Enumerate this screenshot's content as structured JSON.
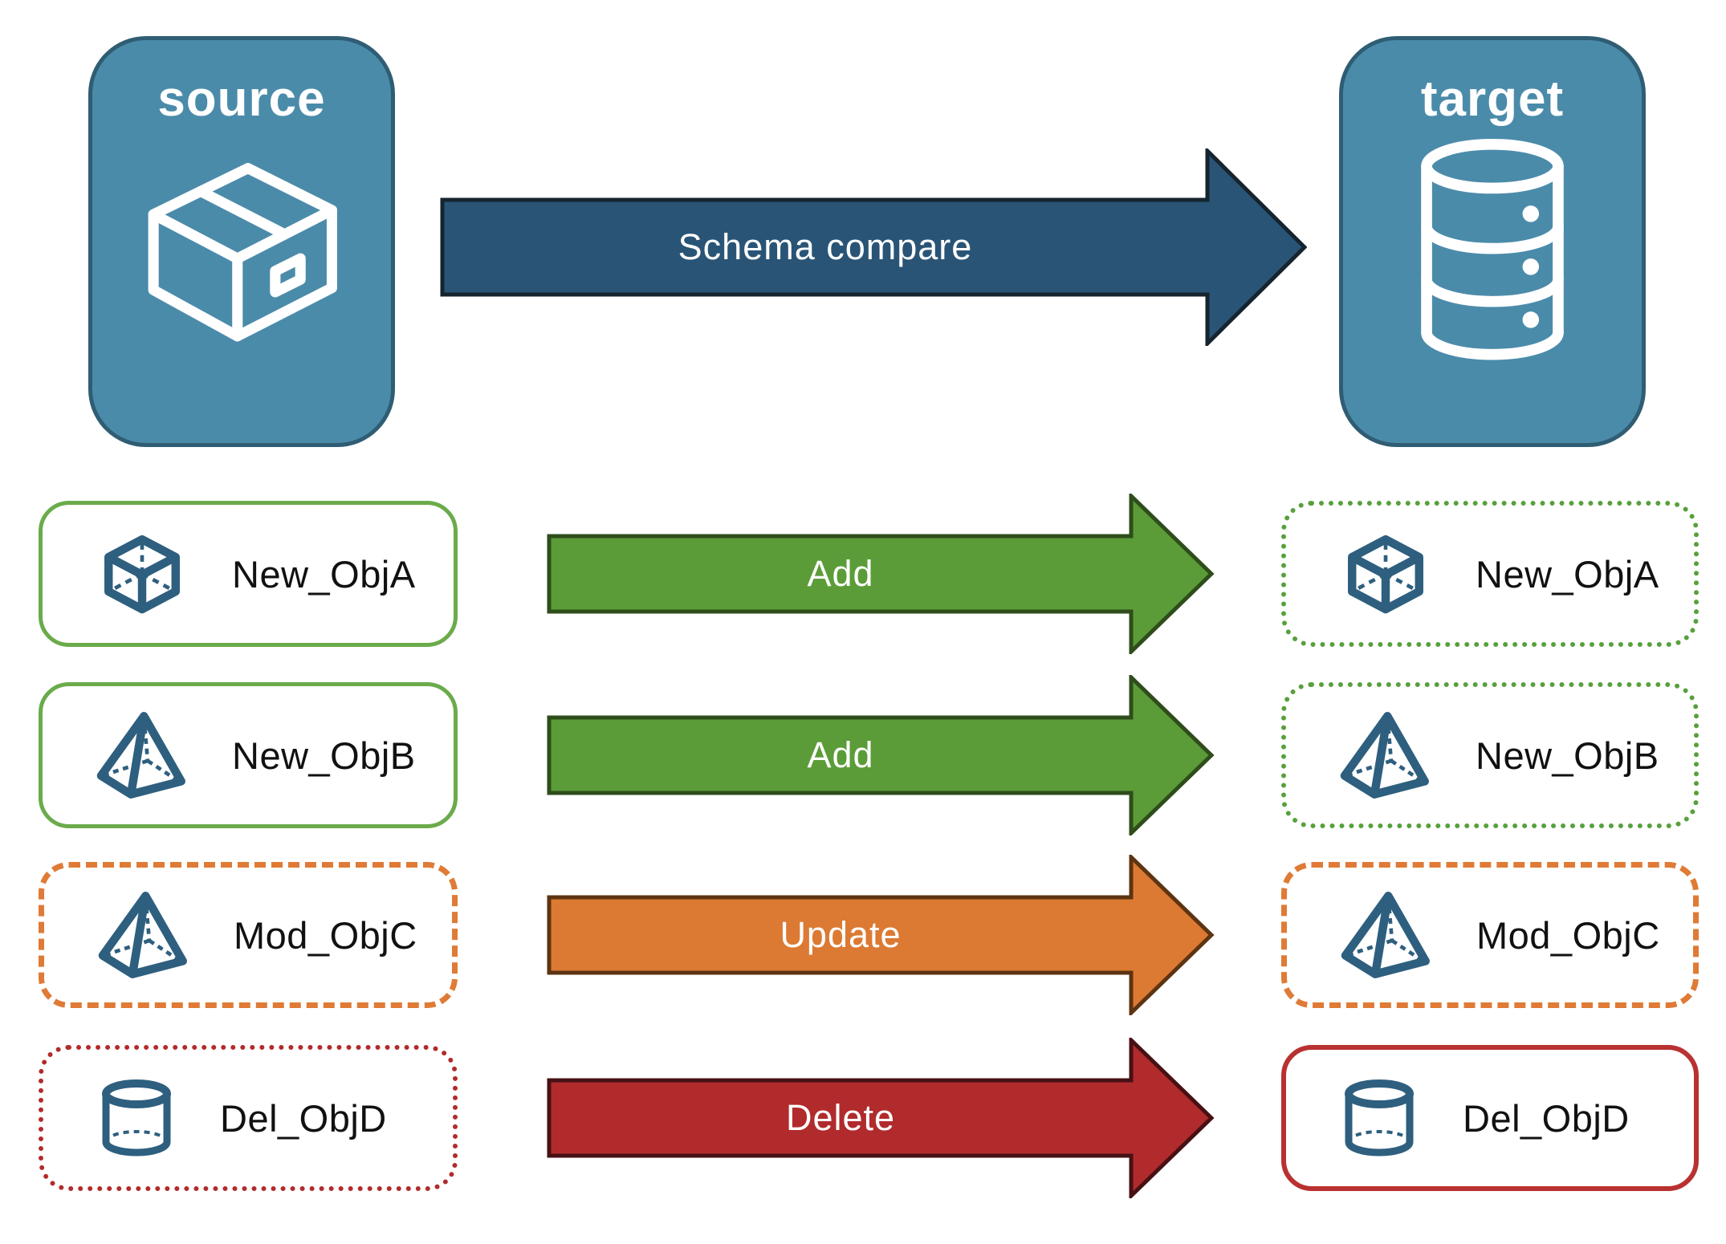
{
  "nodes": {
    "source": {
      "label": "source",
      "icon": "package-icon",
      "fill": "#4B8BAA",
      "border": "#2F5D74"
    },
    "target": {
      "label": "target",
      "icon": "database-icon",
      "fill": "#4B8BAA",
      "border": "#2F5D74"
    }
  },
  "compare_arrow": {
    "label": "Schema compare",
    "fill": "#295476",
    "outline": "#16242F"
  },
  "rows": [
    {
      "label": "New_ObjA",
      "icon": "cube-icon",
      "action_label": "Add",
      "arrow_fill": "#5B9C38",
      "arrow_outline": "#2E4D1B",
      "source_box_border": "solid green",
      "target_box_border": "dotted green"
    },
    {
      "label": "New_ObjB",
      "icon": "pyramid-icon",
      "action_label": "Add",
      "arrow_fill": "#5B9C38",
      "arrow_outline": "#2E4D1B",
      "source_box_border": "solid green",
      "target_box_border": "dotted green"
    },
    {
      "label": "Mod_ObjC",
      "icon": "pyramid-icon",
      "action_label": "Update",
      "arrow_fill": "#DC7A33",
      "arrow_outline": "#5D3412",
      "source_box_border": "dashed orange",
      "target_box_border": "dashed orange"
    },
    {
      "label": "Del_ObjD",
      "icon": "cylinder-icon",
      "action_label": "Delete",
      "arrow_fill": "#B12B2C",
      "arrow_outline": "#471114",
      "source_box_border": "dotted red",
      "target_box_border": "solid red"
    }
  ],
  "palette": {
    "node_blue": "#4B8BAA",
    "icon_blue": "#2E5F7F",
    "green": "#6AAB4B",
    "green_dotted": "#57A03C",
    "orange": "#DF7B36",
    "red": "#B22B2B",
    "label_text": "#111111"
  }
}
